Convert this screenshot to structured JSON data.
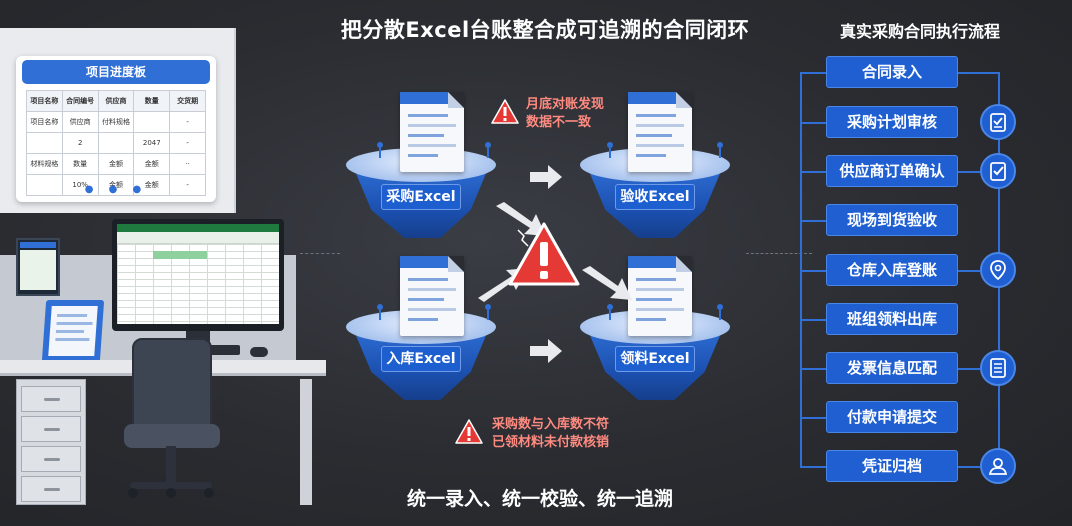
{
  "titles": {
    "main": "把分散Excel台账整合成可追溯的合同闭环",
    "right": "真实采购合同执行流程",
    "bottom": "统一录入、统一校验、统一追溯"
  },
  "board": {
    "title": "项目进度板",
    "rows": [
      [
        "项目名称",
        "合同编号",
        "供应商",
        "数量",
        "交货期"
      ],
      [
        "项目名称",
        "供应商",
        "付料规格",
        "",
        "-"
      ],
      [
        "",
        "2",
        "",
        "2047",
        "-"
      ],
      [
        "材料规格",
        "数量",
        "金额",
        "金额",
        "··"
      ],
      [
        "",
        "10%",
        "金额",
        "金额",
        "-"
      ]
    ]
  },
  "platforms": {
    "purchase": "采购Excel",
    "acceptance": "验收Excel",
    "inbound": "入库Excel",
    "material": "领料Excel"
  },
  "warnings": {
    "top_line1": "月底对账发现",
    "top_line2": "数据不一致",
    "bottom_line1": "采购数与入库数不符",
    "bottom_line2": "已领材料未付款核销"
  },
  "flow_steps": [
    "合同录入",
    "采购计划审核",
    "供应商订单确认",
    "现场到货验收",
    "仓库入库登账",
    "班组领料出库",
    "发票信息匹配",
    "付款申请提交",
    "凭证归档"
  ],
  "flow_icons": [
    {
      "name": "checklist-icon"
    },
    {
      "name": "check-document-icon"
    },
    {
      "name": "location-pin-icon"
    },
    {
      "name": "document-list-icon"
    },
    {
      "name": "user-archive-icon"
    }
  ],
  "colors": {
    "background": "#2a2c31",
    "primary_blue": "#1f5fd1",
    "warning_red": "#e53935",
    "warning_text": "#ff8a80"
  }
}
